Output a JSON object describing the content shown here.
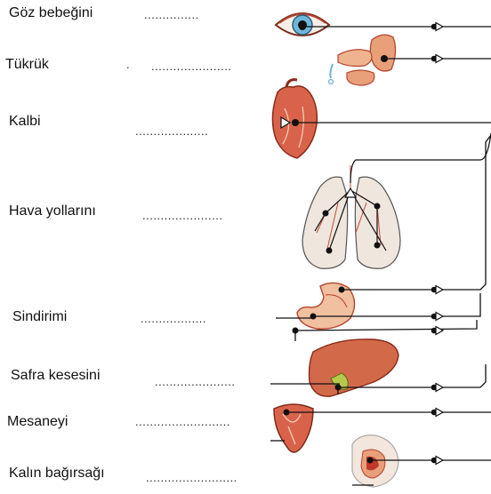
{
  "labels": {
    "pupil": "Göz bebeğini",
    "saliva": "Tükrük",
    "heart": "Kalbi",
    "airways": "Hava yollarını",
    "digestion": "Sindirimi",
    "gallbladder": "Safra kesesini",
    "bladder": "Mesaneyi",
    "colon": "Kalın bağırsağı"
  },
  "stray_mark": ".",
  "blanks": {
    "pupil": "...............",
    "saliva": "......................",
    "heart": "....................",
    "airways": "......................",
    "digestion": "..................",
    "gallbladder": "......................",
    "bladder": "..........................",
    "colon": "........................."
  },
  "colors": {
    "organ_fill": "#e8a07a",
    "organ_dark": "#b5452d",
    "organ_light": "#f3d2bf",
    "nerve_line": "#111111",
    "lung_fill": "#efe6dd"
  }
}
